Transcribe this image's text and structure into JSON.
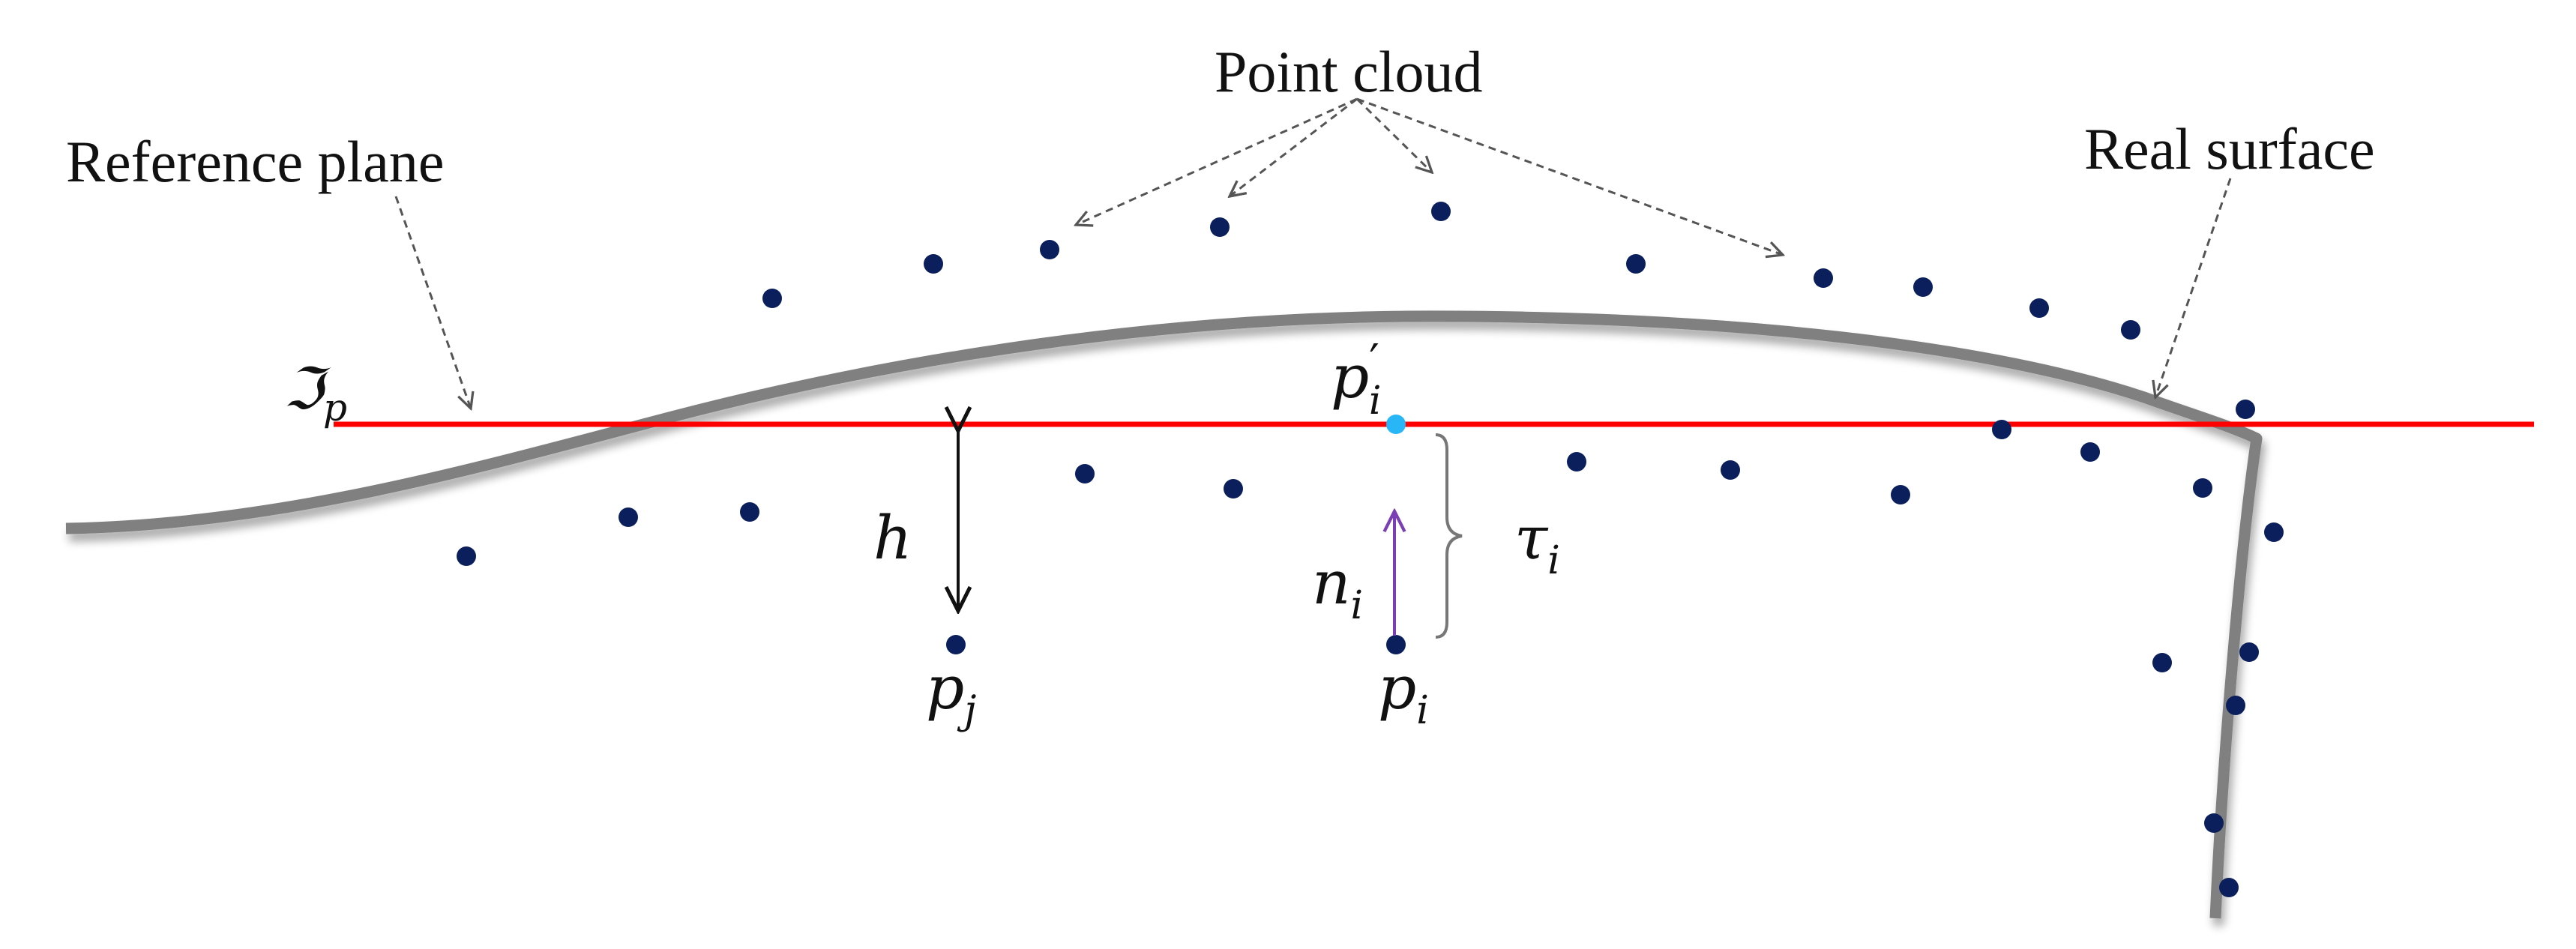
{
  "labels": {
    "point_cloud": "Point cloud",
    "reference_plane": "Reference plane",
    "real_surface": "Real surface",
    "plane_symbol": "ℑ",
    "plane_subscript": "p",
    "h": "h",
    "p_prime": "p",
    "p_prime_mark": "′",
    "p_prime_sub": "i",
    "tau": "τ",
    "tau_sub": "i",
    "n": "n",
    "n_sub": "i",
    "pj": "p",
    "pj_sub": "j",
    "pi": "p",
    "pi_sub": "i"
  },
  "colors": {
    "reference_plane": "#ff0000",
    "real_surface": "#808080",
    "point": "#0a1f5c",
    "projected_point": "#29b6f6",
    "normal_arrow": "#7b3fb5",
    "annotation_arrow": "#555555",
    "h_arrow": "#111111",
    "brace": "#777777"
  }
}
